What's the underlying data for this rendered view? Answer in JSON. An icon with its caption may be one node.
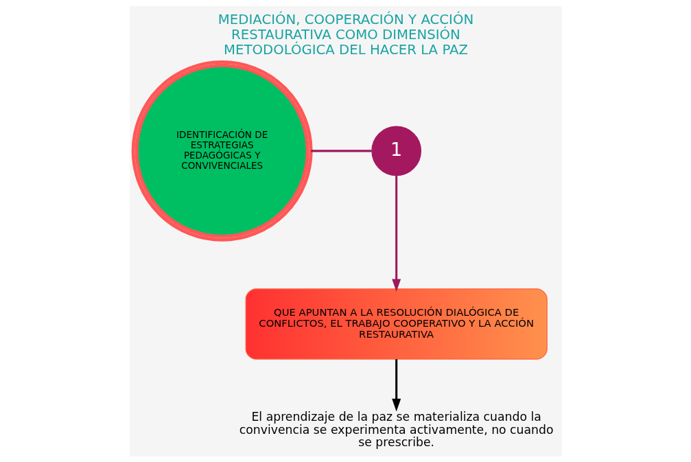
{
  "diagram": {
    "title": "MEDIACIÓN, COOPERACIÓN Y ACCIÓN RESTAURATIVA COMO DIMENSIÓN METODOLÓGICA DEL HACER LA PAZ",
    "nodes": [
      {
        "text": [
          "IDENTIFICACIÓN DE ESTRATEGIAS PEDAGÓGICAS Y CONVIVENCIALES"
        ]
      },
      {
        "text": [
          "1"
        ]
      },
      {
        "text": [
          "QUE APUNTAN A LA RESOLUCIÓN DIALÓGICA DE CONFLICTOS, EL TRABAJO COOPERATIVO Y LA ACCIÓN RESTAURATIVA"
        ]
      },
      {
        "text": [
          "El aprendizaje de la paz se materializa cuando la convivencia se experimenta activamente, no cuando se prescribe."
        ]
      }
    ],
    "edges": [
      {
        "from": 0,
        "to": 1,
        "arrow": "none",
        "color": "#9c1a5c"
      },
      {
        "from": 1,
        "to": 2,
        "arrow": "to",
        "color": "#9c1a5c"
      },
      {
        "from": 2,
        "to": 3,
        "arrow": "to",
        "color": "#000000"
      }
    ]
  }
}
